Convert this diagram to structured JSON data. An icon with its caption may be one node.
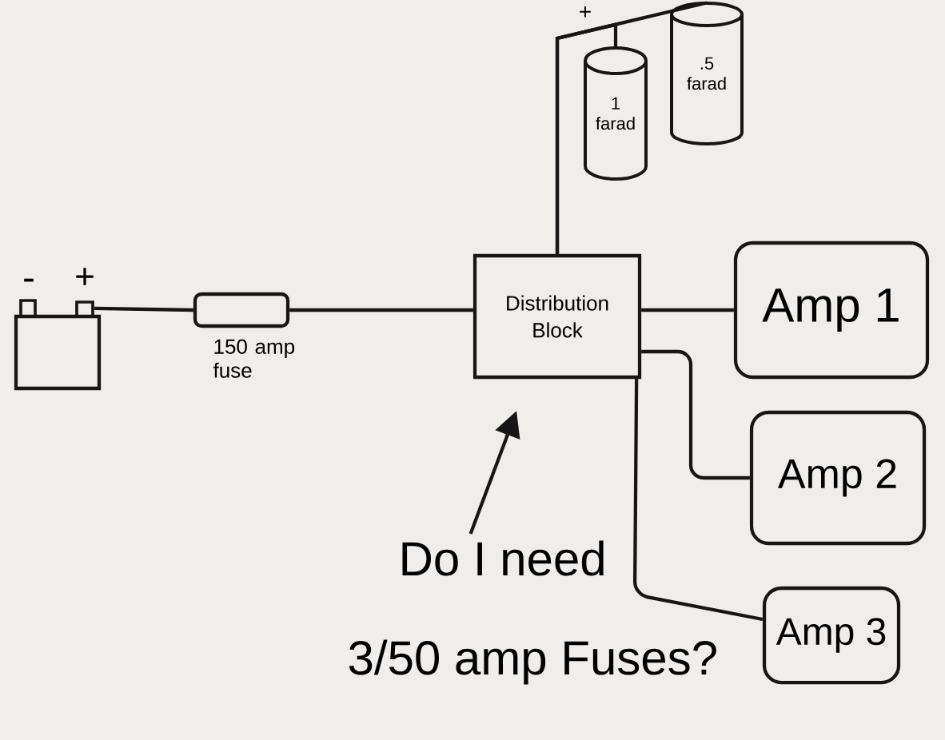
{
  "diagram": {
    "nodes": [
      {
        "text": [
          "1 farad"
        ]
      },
      {
        "text": [
          ".5 farad"
        ]
      },
      {
        "text": [],
        "shape": "box",
        "beside": [
          "-",
          "+"
        ]
      },
      {
        "text": [],
        "shape": "box",
        "beside": [
          "150 amp fuse"
        ]
      },
      {
        "text": [
          "Distribution Block"
        ]
      },
      {
        "text": [
          "Amp 1"
        ]
      },
      {
        "text": [
          "Amp 2"
        ]
      },
      {
        "text": [
          "Amp 3"
        ]
      },
      {
        "text": [
          "Do I need 3/50 amp Fuses?"
        ]
      }
    ],
    "edges": [
      {
        "from": 2,
        "to": 3,
        "arrow": "none"
      },
      {
        "from": 3,
        "to": 4,
        "arrow": "none"
      },
      {
        "from": 4,
        "to": 0,
        "arrow": "none"
      },
      {
        "from": 4,
        "to": 1,
        "arrow": "none"
      },
      {
        "from": 4,
        "to": 5,
        "arrow": "none"
      },
      {
        "from": 4,
        "to": 6,
        "arrow": "none"
      },
      {
        "from": 4,
        "to": 7,
        "arrow": "none"
      },
      {
        "from": 8,
        "to": 4,
        "arrow": "to"
      }
    ],
    "labels": [
      "+"
    ]
  }
}
